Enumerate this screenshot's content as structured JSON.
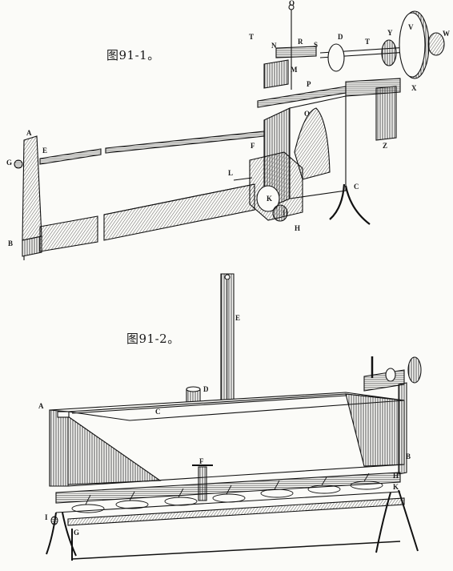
{
  "figure1": {
    "caption": "图91-1。",
    "labels": {
      "A": "A",
      "B": "B",
      "C": "C",
      "D": "D",
      "E": "E",
      "F": "F",
      "G": "G",
      "H": "H",
      "I": "I",
      "K": "K",
      "L": "L",
      "M": "M",
      "N": "N",
      "O": "O",
      "P": "P",
      "R": "R",
      "S": "S",
      "T1": "T",
      "T2": "T",
      "V": "V",
      "W": "W",
      "X": "X",
      "Y": "Y",
      "Z": "Z"
    }
  },
  "figure2": {
    "caption": "图91-2。",
    "labels": {
      "A": "A",
      "B": "B",
      "C": "C",
      "D": "D",
      "E": "E",
      "F": "F",
      "G": "G",
      "H": "H",
      "I": "I",
      "K": "K"
    }
  }
}
